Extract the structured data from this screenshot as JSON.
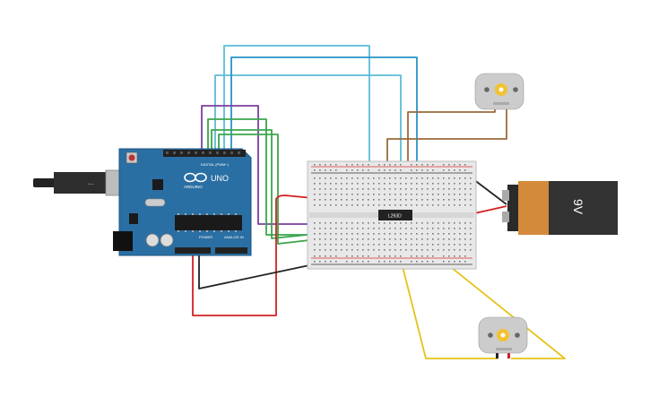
{
  "arduino": {
    "brand": "ARDUINO",
    "model": "UNO",
    "digital_label": "DIGITAL (PWM~)",
    "power_label": "POWER",
    "analog_label": "ANALOG IN",
    "board_color": "#2a6fa3"
  },
  "ic": {
    "label": "L293D"
  },
  "battery": {
    "label": "9V",
    "body_color": "#d38a3a",
    "cap_color": "#333333"
  },
  "motors": [
    {
      "name": "motor-top",
      "body_color": "#cccccc",
      "shaft_color": "#f2c230"
    },
    {
      "name": "motor-bottom",
      "body_color": "#cccccc",
      "shaft_color": "#f2c230"
    }
  ],
  "wire_colors": {
    "light_blue": "#5bbcd6",
    "blue": "#2894c8",
    "purple": "#7b3f9e",
    "green": "#3aa64a",
    "red": "#d32020",
    "black": "#222222",
    "brown": "#9a6a3a",
    "yellow": "#e5c21a"
  }
}
